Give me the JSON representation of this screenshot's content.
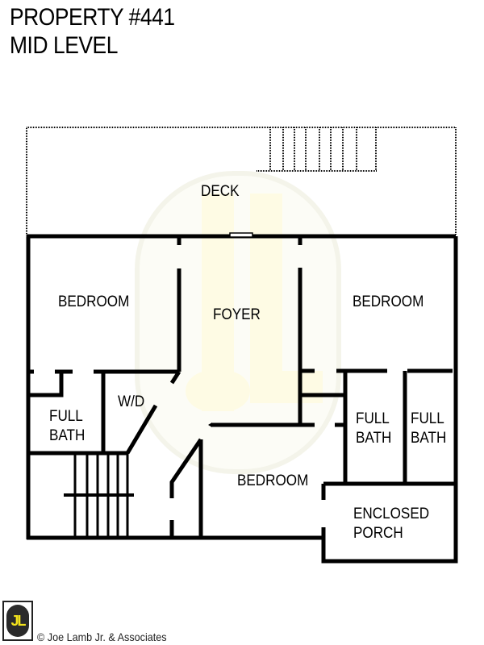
{
  "header": {
    "title": "PROPERTY #441",
    "subtitle": "MID LEVEL"
  },
  "rooms": {
    "deck": "DECK",
    "bedroom_left": "BEDROOM",
    "foyer": "FOYER",
    "bedroom_right": "BEDROOM",
    "wd": "W/D",
    "full_bath_left_1": "FULL",
    "full_bath_left_2": "BATH",
    "full_bath_mid_1": "FULL",
    "full_bath_mid_2": "BATH",
    "full_bath_right_1": "FULL",
    "full_bath_right_2": "BATH",
    "bedroom_bottom": "BEDROOM",
    "porch_1": "ENCLOSED",
    "porch_2": "PORCH"
  },
  "footer": {
    "logo_text": "JL",
    "copyright": "© Joe Lamb Jr. & Associates"
  },
  "colors": {
    "wall": "#000000",
    "watermark": "#fdfbe6",
    "logo_yellow": "#f2e21c"
  }
}
